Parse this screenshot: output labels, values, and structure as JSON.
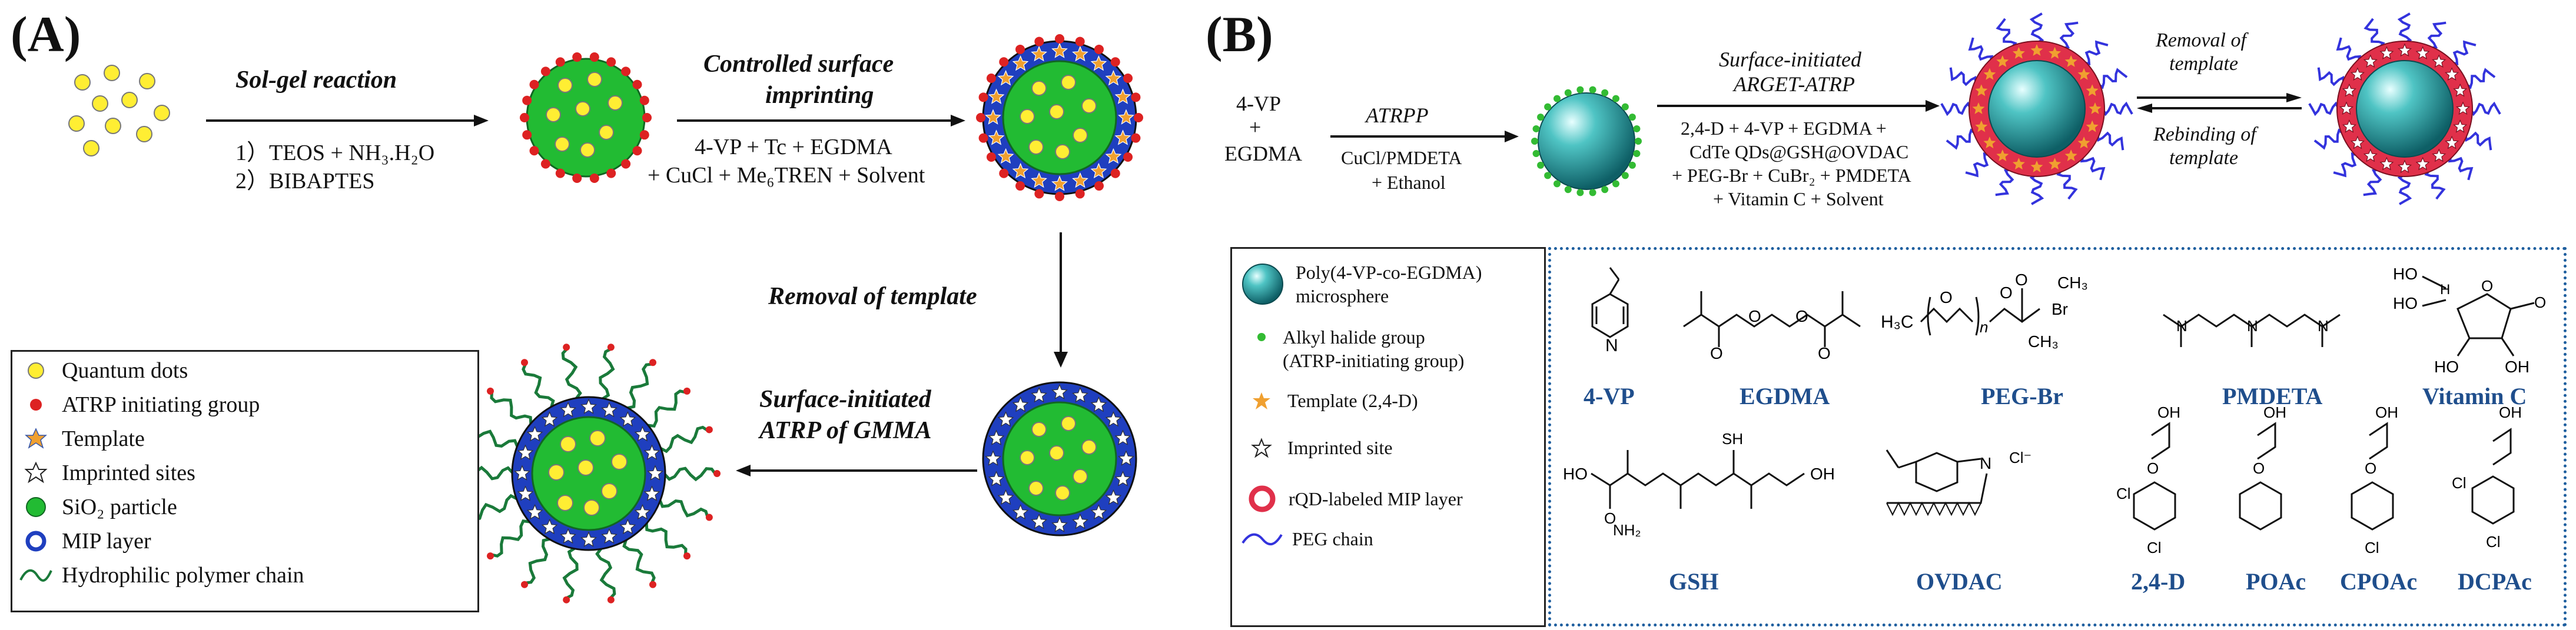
{
  "panelA": {
    "label": "(A)",
    "steps": {
      "step1_title": "Sol-gel reaction",
      "step1_reagents": [
        "1）TEOS + NH₃.H₂O",
        "2）BIBAPTES"
      ],
      "step2_title_line1": "Controlled surface",
      "step2_title_line2": "imprinting",
      "step2_reagents": [
        "4-VP + Tc + EGDMA",
        "+ CuCl + Me₆TREN + Solvent"
      ],
      "step3_title": "Removal of template",
      "step4_title_line1": "Surface-initiated",
      "step4_title_line2": "ATRP of GMMA"
    },
    "legend": [
      {
        "icon": "quantum-dot-icon",
        "label": "Quantum  dots"
      },
      {
        "icon": "atrp-initiator-icon",
        "label": "ATRP initiating group"
      },
      {
        "icon": "template-star-icon",
        "label": "Template"
      },
      {
        "icon": "imprinted-site-icon",
        "label": "Imprinted sites"
      },
      {
        "icon": "sio2-particle-icon",
        "label": "SiO₂ particle"
      },
      {
        "icon": "mip-layer-icon",
        "label": "MIP layer"
      },
      {
        "icon": "polymer-chain-icon",
        "label": "Hydrophilic polymer chain"
      }
    ],
    "colors": {
      "qd": "#ffee33",
      "sio2": "#22bb33",
      "mip": "#1f3fbf",
      "initiator": "#dd2222",
      "template": "#f0a030",
      "chain": "#1a7a3a"
    }
  },
  "panelB": {
    "label": "(B)",
    "monomer_line1": "4-VP",
    "monomer_line2": "+",
    "monomer_line3": "EGDMA",
    "step1_title": "ATRPP",
    "step1_reagents": [
      "CuCl/PMDETA",
      "+ Ethanol"
    ],
    "step2_title_line1": "Surface-initiated",
    "step2_title_line2": "ARGET-ATRP",
    "step2_reagents": [
      "2,4-D + 4-VP + EGDMA +",
      "CdTe QDs@GSH@OVDAC",
      "+ PEG-Br + CuBr₂ + PMDETA",
      "+ Vitamin C + Solvent"
    ],
    "removal_line1": "Removal of",
    "removal_line2": "template",
    "rebinding_line1": "Rebinding of",
    "rebinding_line2": "template",
    "legend": [
      {
        "icon": "microsphere-icon",
        "label_line1": "Poly(4-VP-co-EGDMA)",
        "label_line2": "microsphere"
      },
      {
        "icon": "alkyl-halide-icon",
        "label_line1": "Alkyl halide group",
        "label_line2": "(ATRP-initiating group)"
      },
      {
        "icon": "template-24d-icon",
        "label_line1": "Template (2,4-D)",
        "label_line2": ""
      },
      {
        "icon": "imprinted-site-icon",
        "label_line1": "Imprinted site",
        "label_line2": ""
      },
      {
        "icon": "rqd-mip-layer-icon",
        "label_line1": "rQD-labeled MIP layer",
        "label_line2": ""
      },
      {
        "icon": "peg-chain-icon",
        "label_line1": "PEG chain",
        "label_line2": ""
      }
    ],
    "chemicals_row1": [
      "4-VP",
      "EGDMA",
      "PEG-Br",
      "PMDETA",
      "Vitamin C"
    ],
    "chemicals_row2": [
      "GSH",
      "OVDAC",
      "2,4-D",
      "POAc",
      "CPOAc",
      "DCPAc"
    ],
    "structure_text": {
      "h3c": "H₃C",
      "n": "n",
      "ch3": "CH₃",
      "br": "Br",
      "ho": "HO",
      "oh": "OH",
      "o": "O",
      "nh2": "NH₂",
      "sh": "SH",
      "n_plus": "N",
      "cl_minus": "Cl⁻",
      "cl": "Cl",
      "h": "H"
    },
    "colors": {
      "sphere": "#2aa3a3",
      "green_dot": "#33bb33",
      "red_ring": "#e0304a",
      "peg": "#3333dd",
      "names": "#1f4e8c"
    }
  }
}
